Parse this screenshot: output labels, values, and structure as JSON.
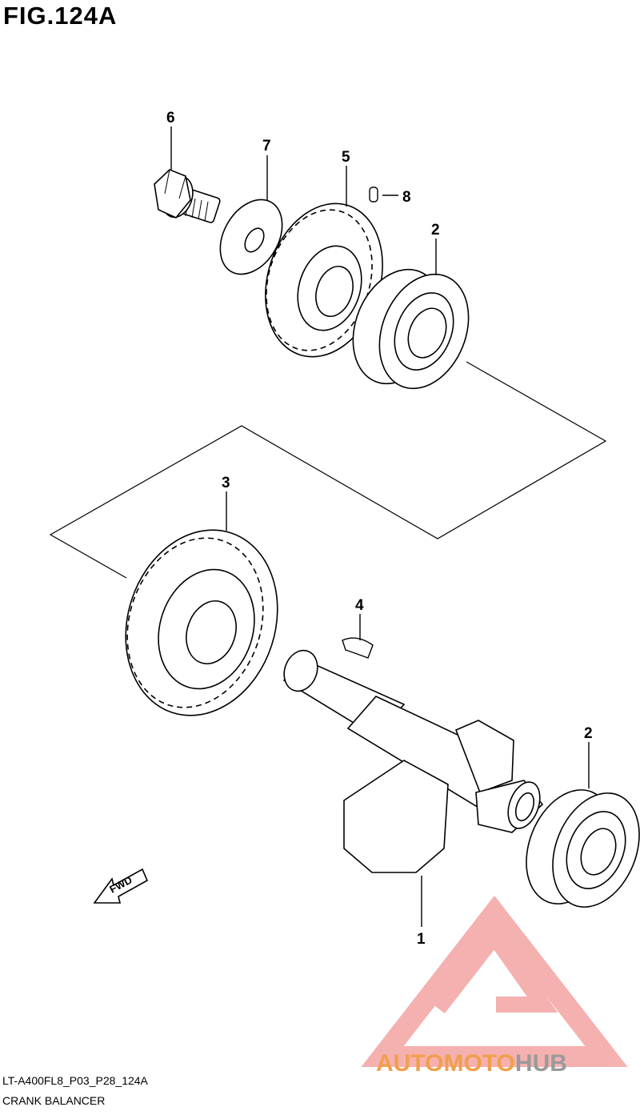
{
  "figure": {
    "title": "FIG.124A"
  },
  "callouts": {
    "c1": "1",
    "c2a": "2",
    "c2b": "2",
    "c3": "3",
    "c4": "4",
    "c5": "5",
    "c6": "6",
    "c7": "7",
    "c8": "8"
  },
  "fwd": {
    "label": "FWD"
  },
  "footer": {
    "code": "LT-A400FL8_P03_P28_124A",
    "caption": "CRANK BALANCER"
  },
  "watermark": {
    "part1": "AUTOMOTO",
    "part2": "HUB",
    "color_primary": "#f0a04b",
    "color_secondary": "#f4a3a3"
  }
}
